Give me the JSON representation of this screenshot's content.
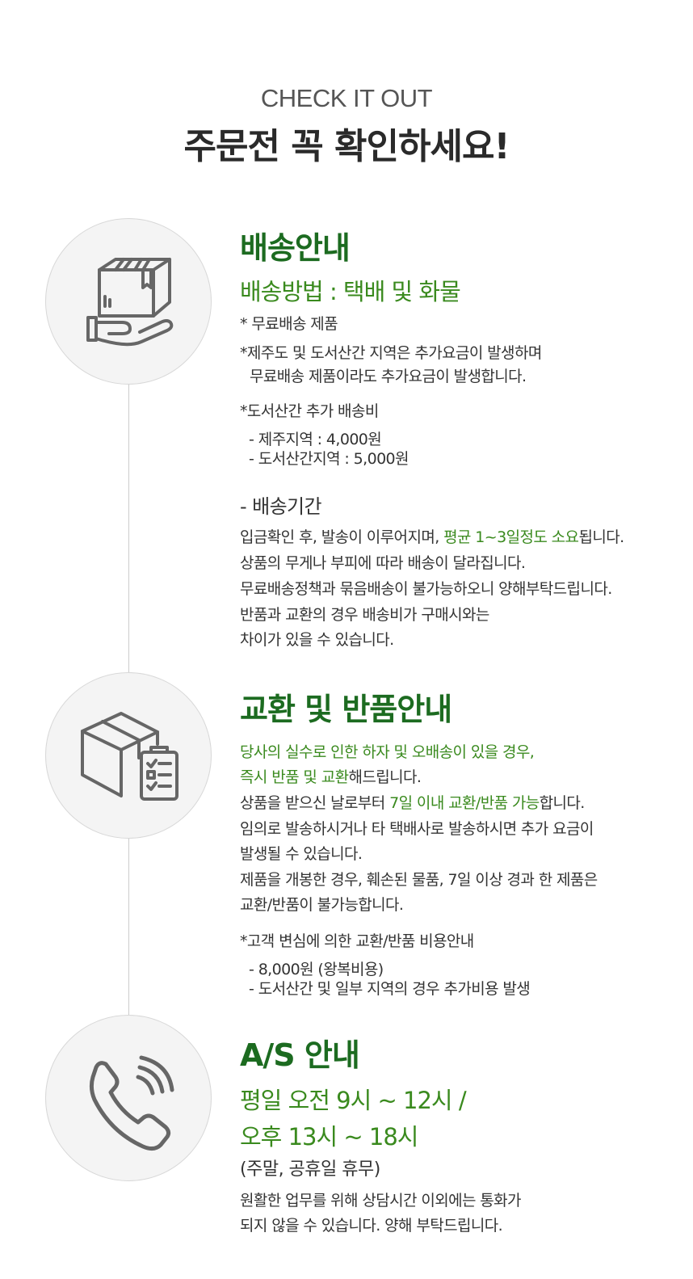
{
  "header": {
    "subtitle": "CHECK IT OUT",
    "title": "주문전 꼭 확인하세요!"
  },
  "shipping": {
    "icon": "package-hand-icon",
    "title": "배송안내",
    "method": "배송방법 : 택배 및 화물",
    "free_note": "* 무료배송 제품",
    "jeju_note_1": "*제주도 및 도서산간 지역은 추가요금이 발생하며",
    "jeju_note_2": "무료배송 제품이라도 추가요금이 발생합니다.",
    "extra_fee_title": "*도서산간 추가 배송비",
    "extra_fee_jeju": "- 제주지역 : 4,000원",
    "extra_fee_island": "- 도서산간지역 : 5,000원",
    "period_title": "- 배송기간",
    "period_line1_a": "입금확인 후, 발송이 이루어지며, ",
    "period_line1_b": "평균 1~3일정도 소요",
    "period_line1_c": "됩니다.",
    "period_line2": "상품의 무게나 부피에 따라 배송이 달라집니다.",
    "period_line3": "무료배송정책과 묶음배송이 불가능하오니 양해부탁드립니다.",
    "period_line4": "반품과 교환의 경우 배송비가 구매시와는",
    "period_line5": "차이가 있을 수 있습니다."
  },
  "exchange": {
    "icon": "box-checklist-icon",
    "title": "교환 및 반품안내",
    "line1": "당사의 실수로 인한 하자 및 오배송이 있을 경우,",
    "line2_a": "즉시 반품 및 교환",
    "line2_b": "해드립니다.",
    "line3_a": "상품을 받으신 날로부터 ",
    "line3_b": "7일 이내 교환/반품 가능",
    "line3_c": "합니다.",
    "line4": "임의로 발송하시거나 타 택배사로 발송하시면 추가 요금이",
    "line5": "발생될 수 있습니다.",
    "line6": "제품을 개봉한 경우, 훼손된 물품, 7일 이상 경과 한 제품은",
    "line7": "교환/반품이 불가능합니다.",
    "fee_title": "*고객 변심에 의한 교환/반품 비용안내",
    "fee_1": "- 8,000원 (왕복비용)",
    "fee_2": "- 도서산간 및 일부 지역의 경우 추가비용 발생"
  },
  "as": {
    "icon": "phone-icon",
    "title": "A/S 안내",
    "hours_1": "평일 오전 9시  ~ 12시 /",
    "hours_2": "오후 13시 ~ 18시",
    "holiday": "(주말, 공휴일 휴무)",
    "note_1": "원활한 업무를 위해 상담시간 이외에는 통화가",
    "note_2": "되지 않을 수 있습니다. 양해 부탁드립니다."
  },
  "colors": {
    "accent_dark": "#1c6b20",
    "accent": "#3a8a1e",
    "text": "#333333",
    "icon": "#666666"
  }
}
